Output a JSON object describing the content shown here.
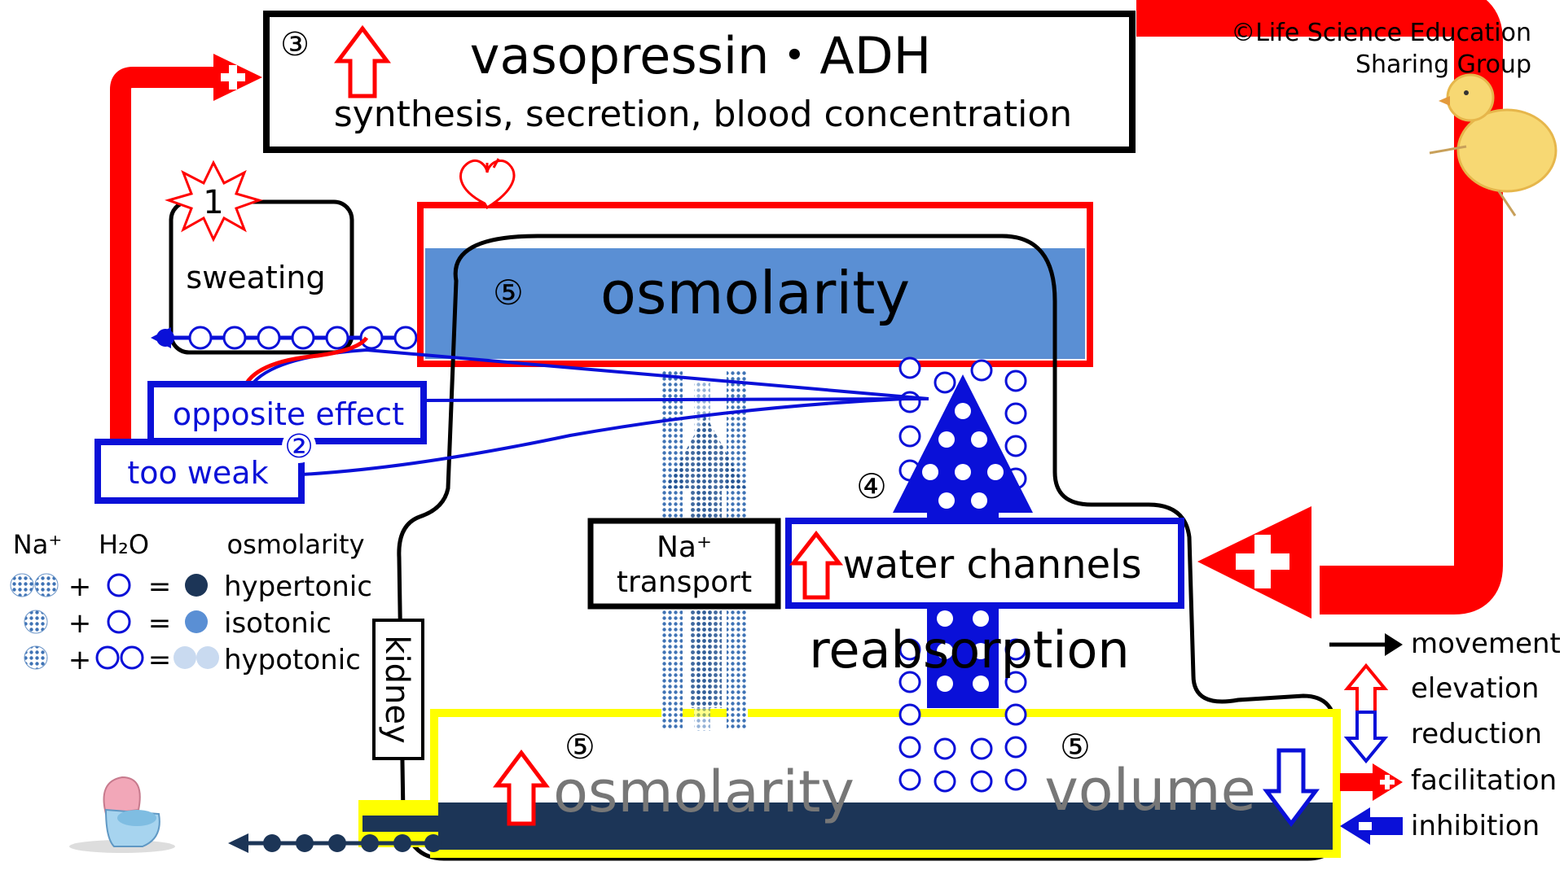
{
  "copyright": {
    "line1": "©Life Science Education",
    "line2": "Sharing Group"
  },
  "hormone_box": {
    "number": "③",
    "title": "vasopressin・ADH",
    "subtitle": "synthesis, secretion, blood concentration"
  },
  "sweating": {
    "number": "1",
    "label": "sweating"
  },
  "blood": {
    "number": "⑤",
    "label": "osmolarity"
  },
  "feedback": {
    "opposite_label": "opposite effect",
    "weak_label": "too weak",
    "number": "②"
  },
  "kidney": {
    "label": "kidney",
    "na_transport_line1": "Na⁺",
    "na_transport_line2": "transport",
    "water_channels_label": "water channels",
    "channels_number": "④",
    "reabsorption_label": "reabsorption"
  },
  "urine": {
    "osmolarity_number": "⑤",
    "osmolarity_label": "osmolarity",
    "volume_number": "⑤",
    "volume_label": "volume"
  },
  "solution_legend": {
    "header_na": "Na⁺",
    "header_h2o": "H₂O",
    "header_osm": "osmolarity",
    "rows": [
      {
        "plus": "+",
        "equals": "=",
        "label": "hypertonic"
      },
      {
        "plus": "+",
        "equals": "=",
        "label": "isotonic"
      },
      {
        "plus": "+",
        "equals": "=",
        "label": "hypotonic"
      }
    ]
  },
  "symbol_legend": {
    "movement": "movement",
    "elevation": "elevation",
    "reduction": "reduction",
    "facilitation": "facilitation",
    "inhibition": "inhibition"
  },
  "colors": {
    "red": "#ff0000",
    "blue": "#0a10d8",
    "blood_fill": "#5a8fd4",
    "urine_fill": "#1c3557",
    "yellow": "#ffff00",
    "dot_pattern": "#3f73b5",
    "light_dot": "#c9daf0"
  },
  "icons": [
    "heart-icon",
    "starburst-icon",
    "chick-icon",
    "toilet-icon"
  ]
}
